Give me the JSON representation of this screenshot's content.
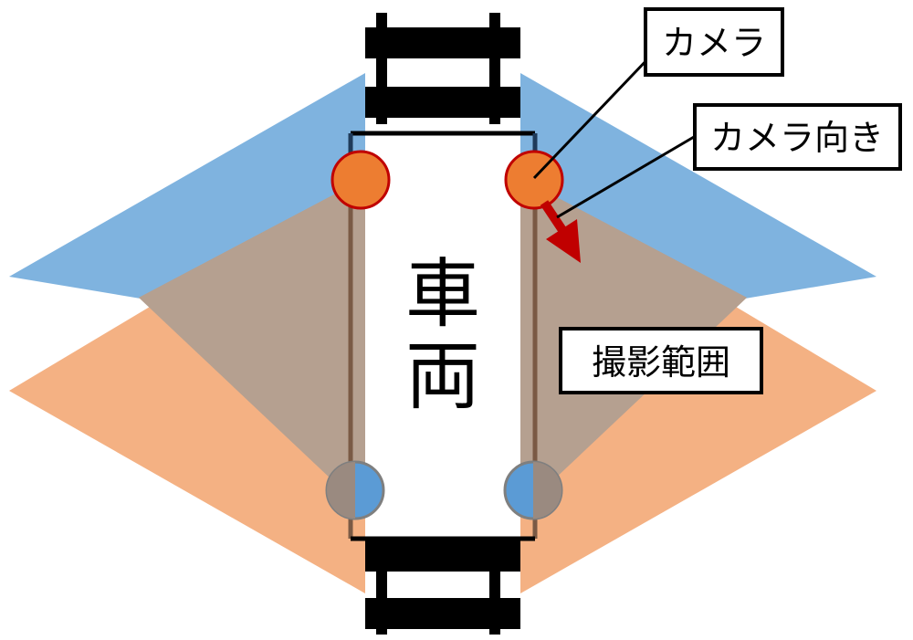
{
  "diagram": {
    "vehicle_label_line1": "車",
    "vehicle_label_line2": "両",
    "callouts": {
      "camera": "カメラ",
      "camera_direction": "カメラ向き",
      "coverage_area": "撮影範囲"
    }
  },
  "colors": {
    "front_coverage": "#7fb3df",
    "rear_coverage": "#f4b183",
    "overlap": "#b5a090",
    "front_camera": "#ed7d31",
    "rear_camera": "#5b9bd5",
    "direction_arrow": "#c00000",
    "track": "#000000"
  }
}
